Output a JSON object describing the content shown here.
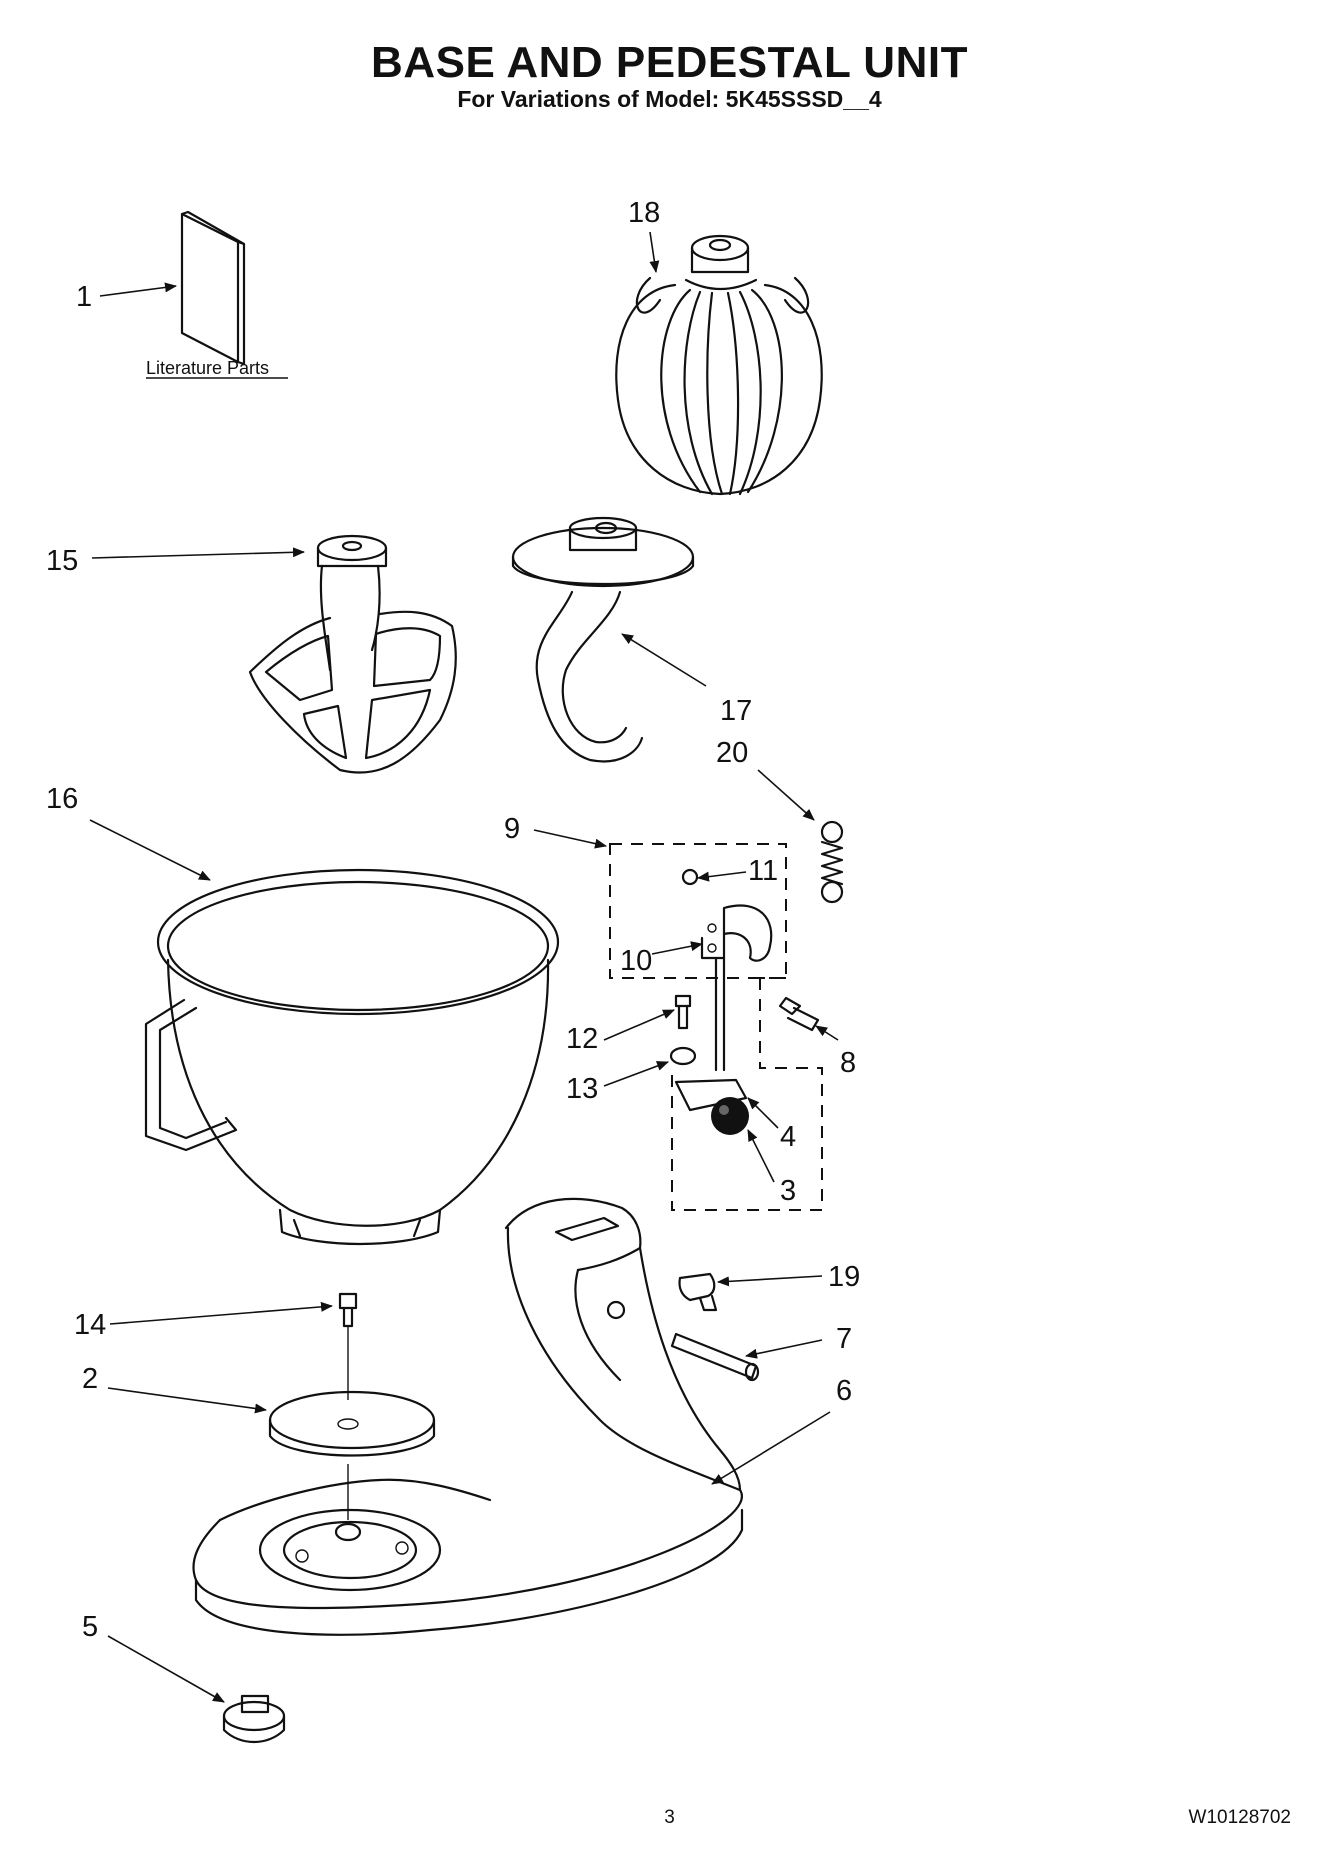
{
  "header": {
    "title": "BASE AND PEDESTAL UNIT",
    "subtitle": "For Variations of Model: 5K45SSSD__4"
  },
  "literature": {
    "label": "Literature Parts"
  },
  "callouts": {
    "c1": "1",
    "c2": "2",
    "c3": "3",
    "c4": "4",
    "c5": "5",
    "c6": "6",
    "c7": "7",
    "c8": "8",
    "c9": "9",
    "c10": "10",
    "c11": "11",
    "c12": "12",
    "c13": "13",
    "c14": "14",
    "c15": "15",
    "c16": "16",
    "c17": "17",
    "c18": "18",
    "c19": "19",
    "c20": "20"
  },
  "footer": {
    "page_number": "3",
    "document_number": "W10128702"
  }
}
